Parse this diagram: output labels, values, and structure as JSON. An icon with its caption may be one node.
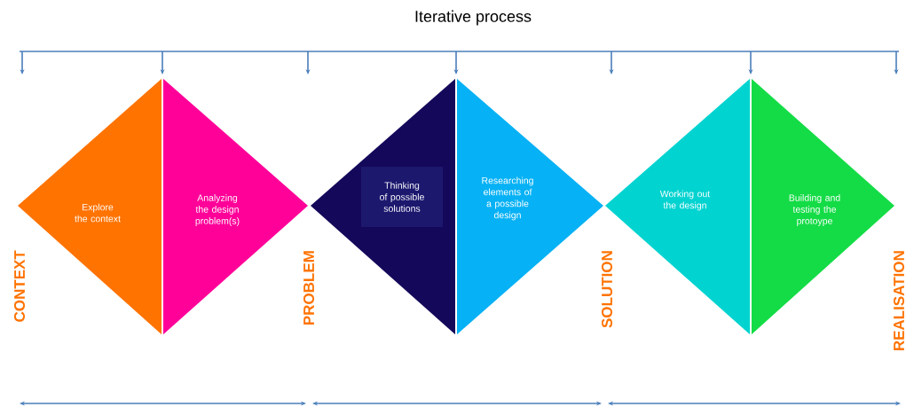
{
  "diagram": {
    "title": "Iterative process",
    "nodes": [
      {
        "text": [
          "Explore the context"
        ]
      },
      {
        "text": [
          "Analyzing the design problem(s)"
        ]
      },
      {
        "text": [
          "Thinking of possible solutions"
        ]
      },
      {
        "text": [
          "Researching elements of a possible design"
        ]
      },
      {
        "text": [
          "Working out the design"
        ]
      },
      {
        "text": [
          "Building and testing the protoype"
        ]
      }
    ],
    "labels": [
      "CONTEXT",
      "PROBLEM",
      "SOLUTION",
      "REALISATION"
    ]
  }
}
